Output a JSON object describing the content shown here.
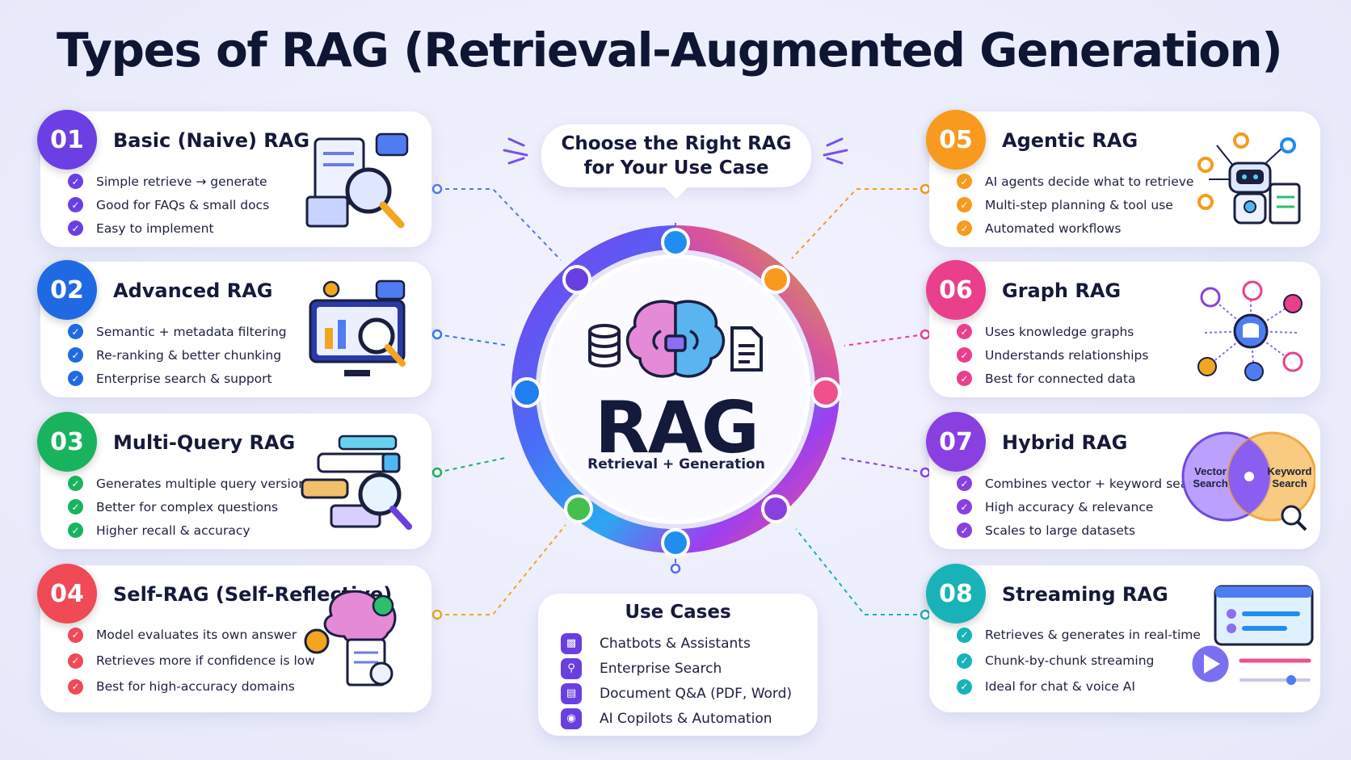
{
  "title": {
    "main": "Types of RAG (Retrieval-Augmented Generation)"
  },
  "center": {
    "bubble_line1": "Choose the Right RAG",
    "bubble_line2": "for Your Use Case",
    "big": "RAG",
    "sub": "Retrieval + Generation"
  },
  "cards": [
    {
      "num": "01",
      "title": "Basic (Naive) RAG",
      "color": "#6b3fe4",
      "items": [
        "Simple retrieve → generate",
        "Good for FAQs & small docs",
        "Easy to implement"
      ]
    },
    {
      "num": "02",
      "title": "Advanced RAG",
      "color": "#1f6ae3",
      "items": [
        "Semantic + metadata filtering",
        "Re-ranking & better chunking",
        "Enterprise search & support"
      ]
    },
    {
      "num": "03",
      "title": "Multi-Query RAG",
      "color": "#19b35e",
      "items": [
        "Generates multiple query versions",
        "Better for complex questions",
        "Higher recall & accuracy"
      ]
    },
    {
      "num": "04",
      "title": "Self-RAG (Self-Reflective)",
      "color": "#ef4a55",
      "items": [
        "Model evaluates its own answer",
        "Retrieves more if confidence is low",
        "Best for high-accuracy domains"
      ]
    },
    {
      "num": "05",
      "title": "Agentic RAG",
      "color": "#f79a1e",
      "items": [
        "AI agents decide what to retrieve",
        "Multi-step planning & tool use",
        "Automated workflows"
      ]
    },
    {
      "num": "06",
      "title": "Graph RAG",
      "color": "#ea3f8c",
      "items": [
        "Uses knowledge graphs",
        "Understands relationships",
        "Best for connected data"
      ]
    },
    {
      "num": "07",
      "title": "Hybrid RAG",
      "color": "#8a3fe0",
      "items": [
        "Combines vector + keyword search",
        "High accuracy & relevance",
        "Scales to large datasets"
      ]
    },
    {
      "num": "08",
      "title": "Streaming RAG",
      "color": "#17b3b8",
      "items": [
        "Retrieves & generates in real-time",
        "Chunk-by-chunk streaming",
        "Ideal for chat & voice AI"
      ]
    }
  ],
  "venn": {
    "left": "Vector\nSearch",
    "left_1": "Vector",
    "left_2": "Search",
    "right_1": "Keyword",
    "right_2": "Search"
  },
  "use_cases": {
    "heading": "Use Cases",
    "items": [
      "Chatbots & Assistants",
      "Enterprise Search",
      "Document Q&A (PDF, Word)",
      "AI Copilots & Automation"
    ]
  }
}
